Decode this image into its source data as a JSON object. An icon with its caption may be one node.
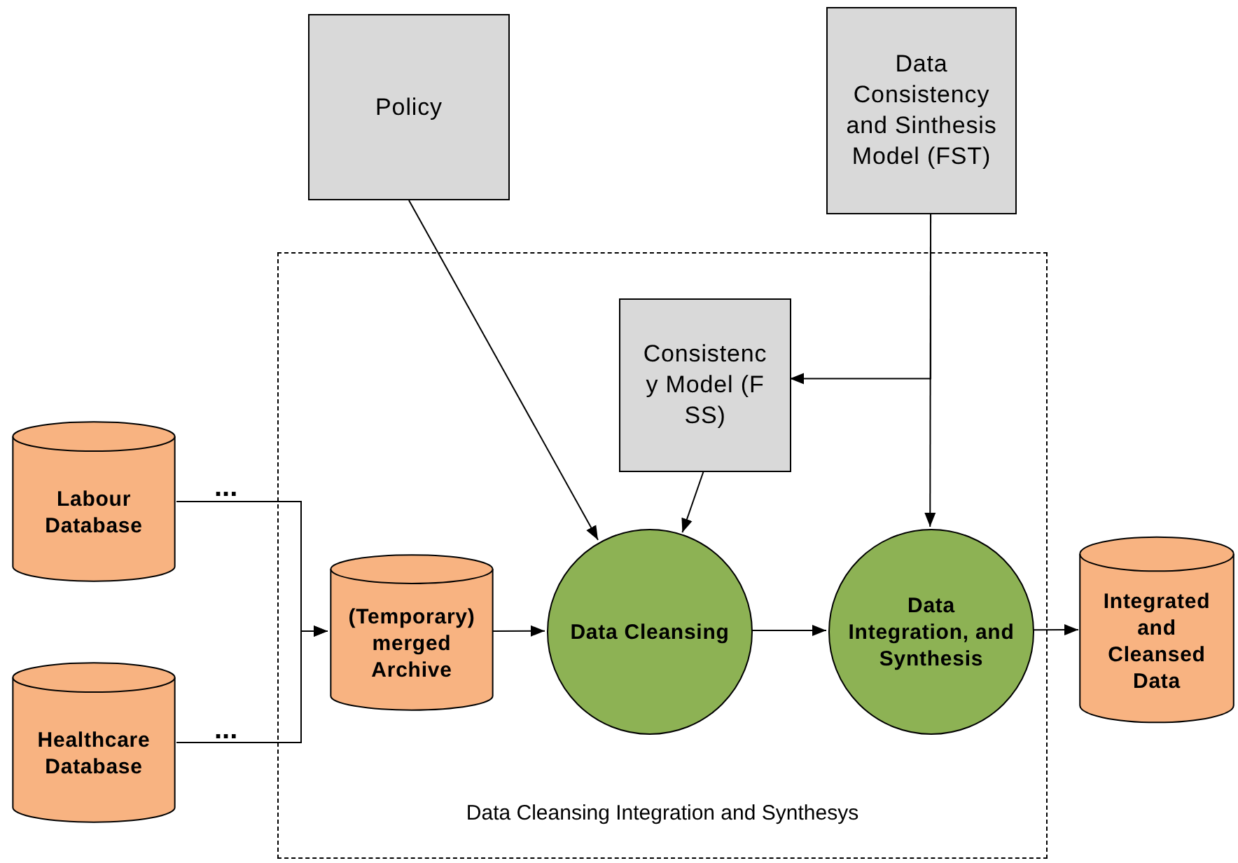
{
  "diagram": {
    "nodes": [
      {
        "text": [
          "Policy"
        ]
      },
      {
        "text": [
          "Data Consistency and Sinthesis Model (FST)"
        ]
      },
      {
        "text": [
          "Data Cleansing Integration and Synthesys"
        ]
      },
      {
        "text": [
          "Consistenc y Model (FSS)"
        ],
        "in": 2
      },
      {
        "text": [
          "(Temporary) merged Archive"
        ],
        "in": 2
      },
      {
        "text": [
          "Data Cleansing"
        ],
        "in": 2
      },
      {
        "text": [
          "Data Integration, and Synthesis"
        ],
        "in": 2
      },
      {
        "text": [
          "Labour Database"
        ]
      },
      {
        "text": [
          "Healthcare Database"
        ]
      },
      {
        "text": [
          "Integrated and Cleansed Data"
        ]
      }
    ],
    "edges": [
      {
        "from": 0,
        "to": 5,
        "arrow": "to"
      },
      {
        "from": 1,
        "to": 3,
        "arrow": "to"
      },
      {
        "from": 1,
        "to": 6,
        "arrow": "to"
      },
      {
        "from": 3,
        "to": 5,
        "arrow": "to"
      },
      {
        "from": 4,
        "to": 5,
        "arrow": "to"
      },
      {
        "from": 5,
        "to": 6,
        "arrow": "to"
      },
      {
        "from": 6,
        "to": 9,
        "arrow": "to"
      },
      {
        "from": 7,
        "to": 4,
        "arrow": "to"
      },
      {
        "from": 8,
        "to": 4,
        "arrow": "to"
      }
    ],
    "labels": [
      "...",
      "..."
    ]
  }
}
